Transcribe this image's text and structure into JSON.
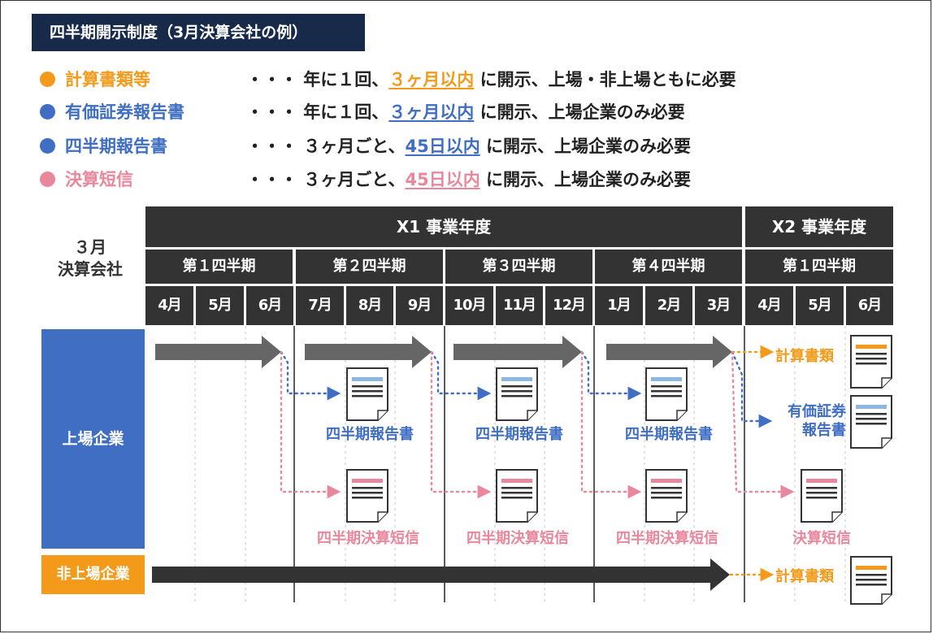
{
  "title": "四半期開示制度（3月決算会社の例）",
  "colors": {
    "orange": "#f39a1b",
    "blue": "#3f6ec3",
    "pink": "#e9879c",
    "dark": "#333333",
    "navy": "#172a4a",
    "arrow": "#666666"
  },
  "legend": [
    {
      "name": "計算書類等",
      "color": "#f39a1b",
      "prefix": "・・・ 年に１回、",
      "highlight": "３ヶ月以内",
      "suffix": " に開示、上場・非上場ともに必要"
    },
    {
      "name": "有価証券報告書",
      "color": "#3f6ec3",
      "prefix": "・・・ 年に１回、",
      "highlight": "３ヶ月以内",
      "suffix": " に開示、上場企業のみ必要"
    },
    {
      "name": "四半期報告書",
      "color": "#3f6ec3",
      "prefix": "・・・ ３ヶ月ごと、",
      "highlight": "45日以内",
      "suffix": " に開示、上場企業のみ必要"
    },
    {
      "name": "決算短信",
      "color": "#e9879c",
      "prefix": "・・・ ３ヶ月ごと、",
      "highlight": "45日以内",
      "suffix": " に開示、上場企業のみ必要"
    }
  ],
  "company_label": {
    "line1": "３月",
    "line2": "決算会社"
  },
  "years": [
    {
      "label": "X1 事業年度"
    },
    {
      "label": "X2 事業年度"
    }
  ],
  "quarters": [
    "第１四半期",
    "第２四半期",
    "第３四半期",
    "第４四半期",
    "第１四半期"
  ],
  "months": [
    "4月",
    "5月",
    "6月",
    "7月",
    "8月",
    "9月",
    "10月",
    "11月",
    "12月",
    "1月",
    "2月",
    "3月",
    "4月",
    "5月",
    "6月"
  ],
  "rows": {
    "listed": "上場企業",
    "unlisted": "非上場企業"
  },
  "docs": {
    "quarterly_report": "四半期報告書",
    "quarterly_tanshin": "四半期決算短信",
    "keisan": "計算書類",
    "yuho_line1": "有価証券",
    "yuho_line2": "報告書",
    "tanshin": "決算短信"
  }
}
